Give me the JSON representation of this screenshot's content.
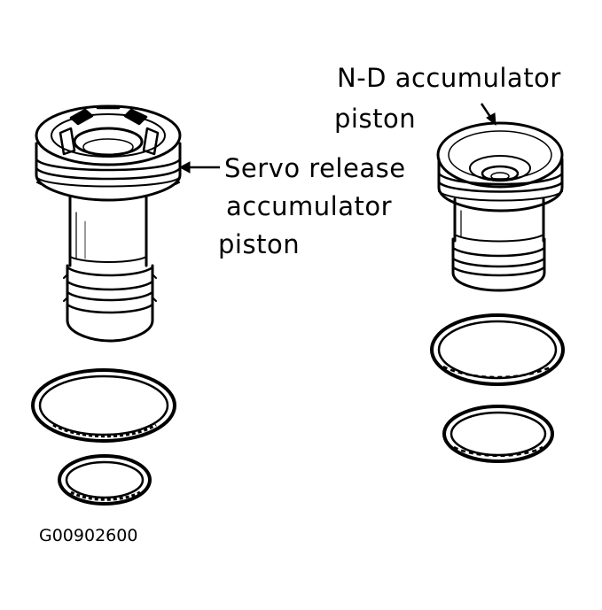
{
  "labels": {
    "nd_piston_line1": "N-D accumulator",
    "nd_piston_line2": "piston",
    "servo_line1": "Servo release",
    "servo_line2": "accumulator",
    "servo_line3": "piston"
  },
  "figure_code": "G00902600",
  "colors": {
    "ink": "#000000",
    "paper": "#ffffff"
  }
}
